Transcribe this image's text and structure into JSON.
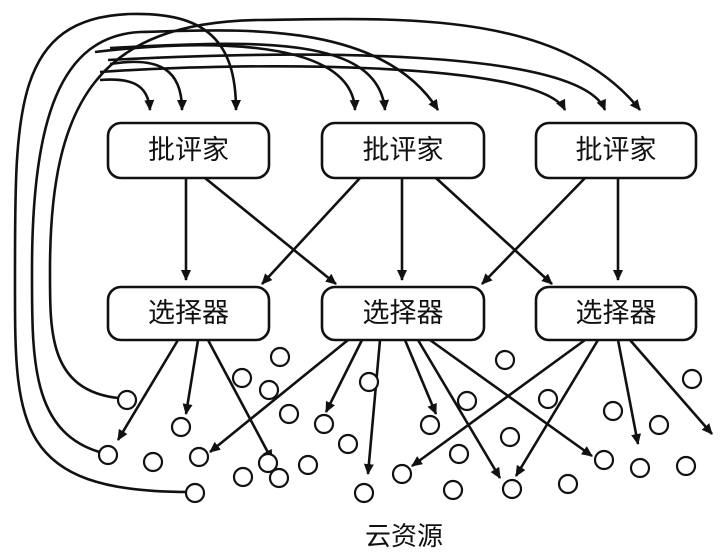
{
  "diagram": {
    "critics": [
      {
        "label": "批评家"
      },
      {
        "label": "批评家"
      },
      {
        "label": "批评家"
      }
    ],
    "selectors": [
      {
        "label": "选择器"
      },
      {
        "label": "选择器"
      },
      {
        "label": "选择器"
      }
    ],
    "caption": "云资源",
    "colors": {
      "stroke": "#111111",
      "fill": "#ffffff"
    }
  }
}
